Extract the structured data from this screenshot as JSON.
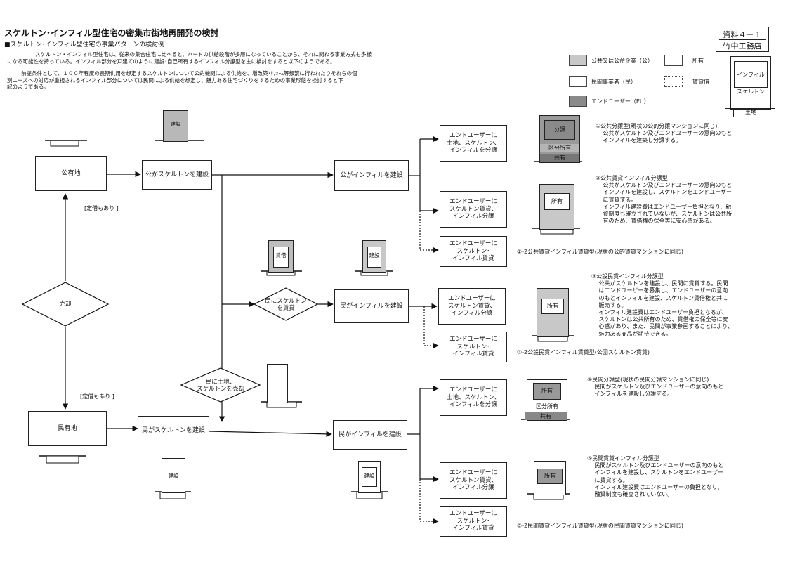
{
  "title": "スケルトン･インフィル型住宅の密集市街地再開発の検討",
  "subtitle": "■スケルトン･インフィル型住宅の事業パターンの検討例",
  "intro1": "スケルトン・インフィル型住宅は、従来の集合住宅に比べると、ハードの供給段階が多層になっていることから、それに関わる事業方式も多様\nになる可能性を持っている。インフィル部分を戸建てのように建設･自己所有するインフィル分譲型を主に検討をすると以下のようである。",
  "intro2": "前提条件として、１００年程度の長期供用を想定するスケルトンについて公的機関による供給を、増改築･ﾘﾌｫｰﾑ等頻繁に行われたりそれらの個\n別ニーズへの対応が重視されるインフィル部分については民間による供給を想定し、魅力ある住宅づくりをするための事業形態を検討すると下\n記のようである。",
  "doc_tag": "資料４－１",
  "company": "竹中工務店",
  "legend": {
    "public": "公共又は公益企業（公）",
    "private": "民間事業者（民）",
    "eu": "エンドユーザー（EU）",
    "own": "所有",
    "rent": "賃貸借",
    "infill": "インフィル",
    "skeleton": "スケルトン",
    "land": "土地"
  },
  "nodes": {
    "public_land": "公有地",
    "private_land": "民有地",
    "sale": "売却",
    "leasehold_note1": "[定借もあり ]",
    "leasehold_note2": "[定借もあり ]",
    "pub_build_sk": "公がスケルトンを建設",
    "priv_build_sk": "民がスケルトンを建設",
    "lease_sk_to_priv": "民にスケルトン\nを賃貸",
    "sell_to_priv": "民に土地、\nスケルトンを売却",
    "pub_build_inf": "公がインフィルを建設",
    "priv_build_inf_mid": "民がインフィルを建設",
    "priv_build_inf_bot": "民がインフィルを建設"
  },
  "eu_boxes": [
    "エンドユーザーに\n土地、スケルトン、\nインフィルを分譲",
    "エンドユーザーに\nスケルトン賃貸、\nインフィル分譲",
    "エンドユーザーに\nスケルトン･\nインフィル賃貸",
    "エンドユーザーに\nスケルトン賃貸、\nインフィル分譲",
    "エンドユーザーに\nスケルトン･\nインフィル賃貸",
    "エンドユーザーに\n土地、スケルトン、\nインフィルを分譲",
    "エンドユーザーに\nスケルトン賃貸、\nインフィル分譲",
    "エンドユーザーに\nスケルトン･\nインフィル賃貸"
  ],
  "building_labels": {
    "b1": "建設",
    "b2": "賃借",
    "b3": "建設",
    "b4": "建設",
    "b5": "建設",
    "p1_top": "分譲",
    "p1_mid": "区分所有",
    "p1_bot": "共有",
    "p2": "所有",
    "p3": "所有",
    "p4_top": "所有",
    "p4_mid": "区分所有",
    "p4_bot": "共有",
    "p5": "所有"
  },
  "descriptions": {
    "d1": "①公共分譲型(現状の公的分譲マンションに同じ)\n　 公共がスケルトン及びエンドユーザーの意向のもと\n　 インフィルを建築し分譲する。",
    "d2": "②公共賃貸インフィル分譲型\n　 公共がスケルトン及びエンドユーザーの意向のもと\n　 インフィルを建設し、スケルトンをエンドユーザー\n　 に賃貸する。\n　 インフィル建設費はエンドユーザー負担となり、融\n　 資制度も確立されていないが、スケルトンは公共所\n　 有のため、賃借権の保全等に安心感がある。",
    "d2b": "②-2公共賃貸インフィル賃貸型(現状の公的賃貸マンションに同じ)",
    "d3": "③公設民賃インフィル分譲型\n　 公共がスケルトンを建設し、民間に賃貸する。民間\n　 はエンドユーザーを募集し、エンドユーザーの意向\n　 のもとインフィルを建設、スケルトン賃借権と共に\n　 販売する。\n　 インフィル建設費はエンドユーザー負担となるが、\n　 スケルトンは公共所有のため、賃借権の保全等に安\n　 心感があり、また、民間が事業参画することにより、\n　 魅力ある商品が期待できる。",
    "d3b": "③-2公設民賃インフィル賃貸型(公団スケルトン賃貸)",
    "d4": "④民間分譲型(現状の民間分譲マンションに同じ)\n　 民間がスケルトン及びエンドユーザーの意向のもと\n　 インフィルを建設し分譲する。",
    "d5": "⑤民間賃貸インフィル分譲型\n　 民間がスケルトン及びエンドユーザーの意向のもと\n　 インフィルを建設し、スケルトンをエンドユーザー\n　 に賃貸する。\n　 インフィル建設費はエンドユーザーの負担となり、\n　 融資制度も確立されていない。",
    "d5b": "⑤-2民間賃貸インフィル賃貸型(現状の民間賃貸マンションに同じ)"
  },
  "colors": {
    "public": "#c8c8c8",
    "eu": "#8a8a8a",
    "line": "#111111"
  }
}
